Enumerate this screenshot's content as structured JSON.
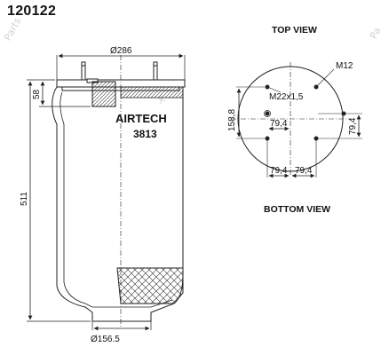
{
  "part_number": "120122",
  "top_view_label": "TOP VIEW",
  "bottom_view_label": "BOTTOM VIEW",
  "brand": "AIRTECH",
  "model": "3813",
  "dimensions": {
    "top_diameter": "Ø286",
    "bottom_diameter": "Ø156.5",
    "height": "511",
    "top_offset": "58",
    "thread": "M12",
    "central_thread": "M22x1,5",
    "span": "158,8",
    "offset_center": "79,4",
    "offset_right": "79,4",
    "offset_bottom_left": "79,4",
    "offset_bottom_right": "79,4"
  },
  "watermark": {
    "left": "Parts",
    "right": "Pa",
    "top": "X"
  },
  "colors": {
    "line": "#222222",
    "watermark": "#d2d2d2"
  }
}
